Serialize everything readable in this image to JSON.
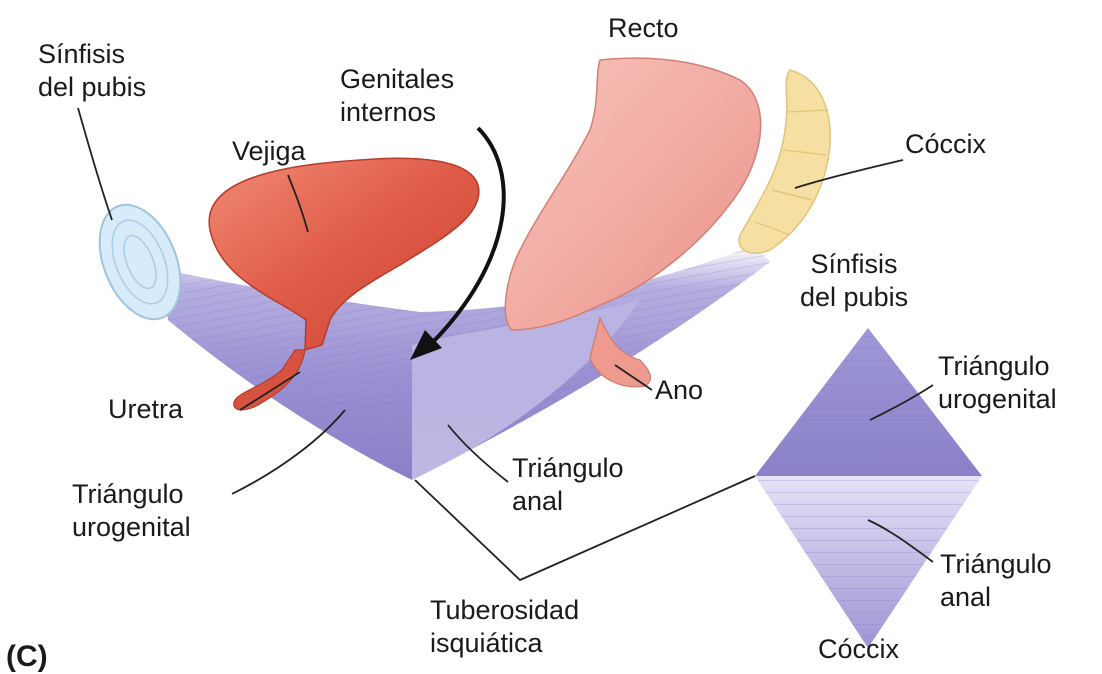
{
  "labels": {
    "symphysis_left": [
      "Sínfisis",
      "del pubis"
    ],
    "vejiga": "Vejiga",
    "genitales": [
      "Genitales",
      "internos"
    ],
    "recto": "Recto",
    "coccix_top": "Cóccix",
    "uretra": "Uretra",
    "triangulo_urogenital_left": [
      "Triángulo",
      "urogenital"
    ],
    "triangulo_anal_mid": [
      "Triángulo",
      "anal"
    ],
    "ano": "Ano",
    "symphysis_right": [
      "Sínfisis",
      "del pubis"
    ],
    "triangulo_urogenital_right": [
      "Triángulo",
      "urogenital"
    ],
    "triangulo_anal_right": [
      "Triángulo",
      "anal"
    ],
    "tuberosidad": [
      "Tuberosidad",
      "isquiática"
    ],
    "coccix_bottom": "Cóccix",
    "panel_letter": "(C)"
  },
  "colors": {
    "muscle": "#8f86cc",
    "muscle_light": "#d9d6f0",
    "bladder": "#de5a46",
    "rectum": "#f2a8a0",
    "coccyx": "#f5dfa2",
    "symphysis": "#d7ebf8",
    "line": "#222222"
  }
}
